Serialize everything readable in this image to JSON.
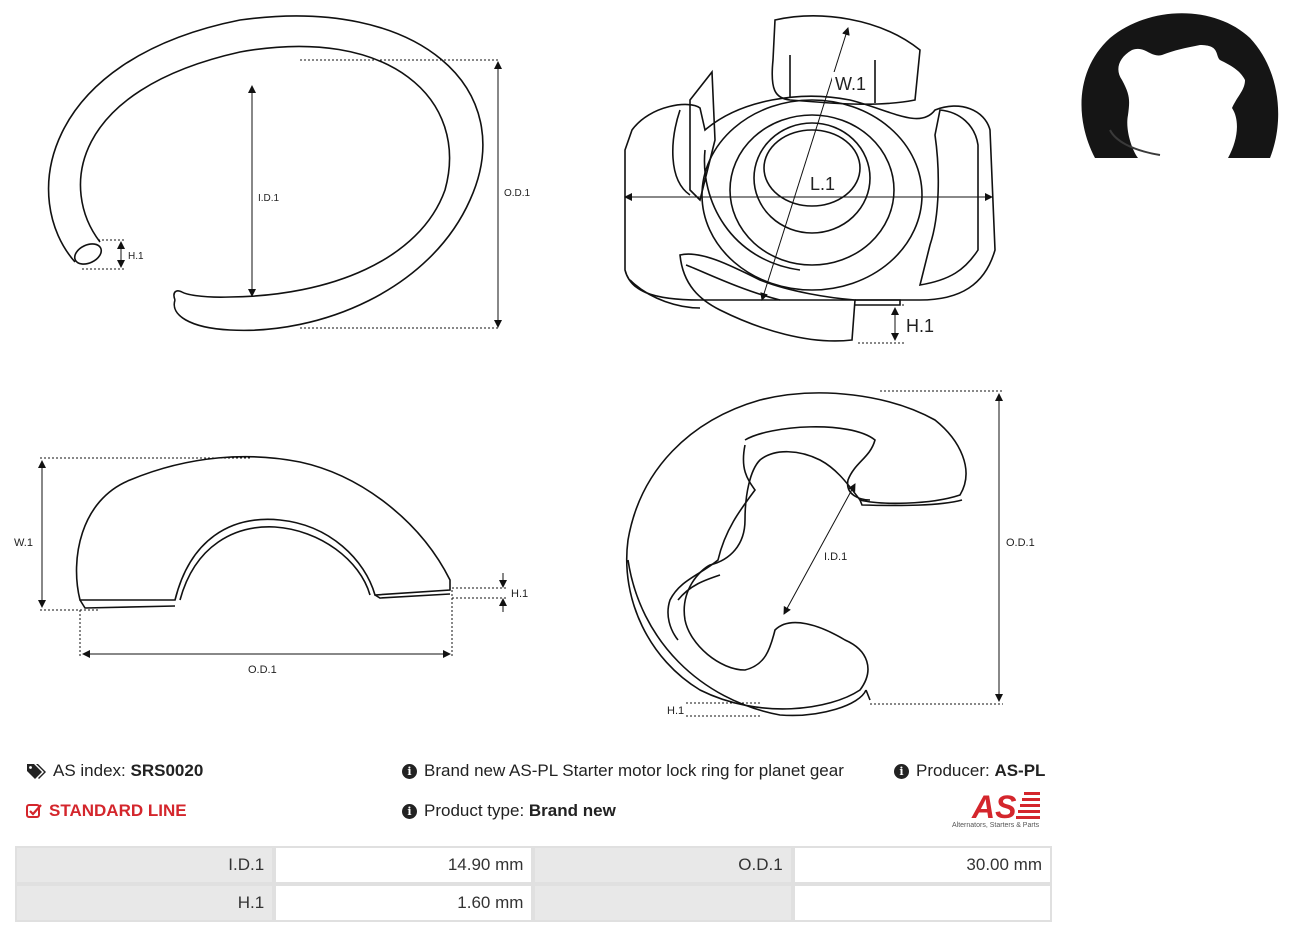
{
  "drawings": {
    "ring_top": {
      "id_label": "I.D.1",
      "od_label": "O.D.1",
      "h_label": "H.1"
    },
    "iso_gear": {
      "w_label": "W.1",
      "l_label": "L.1",
      "h_label": "H.1"
    },
    "side_view": {
      "w_label": "W.1",
      "h_label": "H.1",
      "od_label": "O.D.1"
    },
    "eclip_iso": {
      "id_label": "I.D.1",
      "od_label": "O.D.1",
      "h_label": "H.1"
    }
  },
  "info": {
    "as_index_label": "AS index:",
    "as_index_value": "SRS0020",
    "line": "STANDARD LINE",
    "description": "Brand new AS-PL Starter motor lock ring for planet gear",
    "producer_label": "Producer:",
    "producer_value": "AS-PL",
    "product_type_label": "Product type:",
    "product_type_value": "Brand new"
  },
  "logo": {
    "mark": "AS",
    "tagline": "Alternators, Starters & Parts",
    "color": "#d4262c"
  },
  "specs": [
    {
      "k1": "I.D.1",
      "v1": "14.90 mm",
      "k2": "O.D.1",
      "v2": "30.00 mm"
    },
    {
      "k1": "H.1",
      "v1": "1.60 mm",
      "k2": "",
      "v2": ""
    }
  ],
  "icons": [
    "tags-icon",
    "check-square-icon",
    "info-circle-icon"
  ]
}
